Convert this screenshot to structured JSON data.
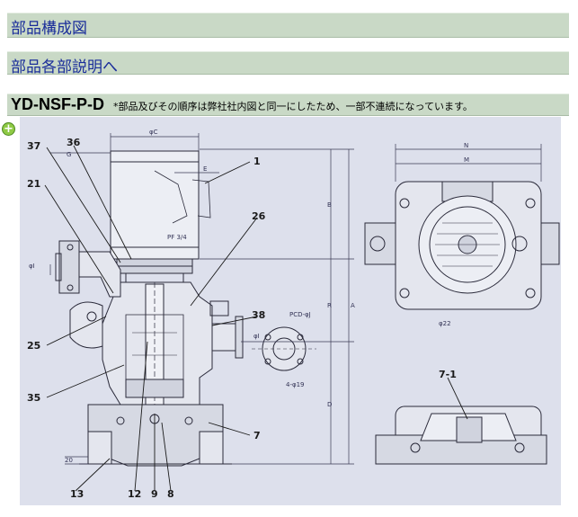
{
  "links": {
    "parts_diagram": "部品構成図",
    "parts_explanation": "部品各部説明へ"
  },
  "model_header": {
    "model": "YD-NSF-P-D",
    "note": "*部品及びその順序は弊社社内図と同一にしたため、一部不連続になっています。"
  },
  "drawing": {
    "background": "#dde0ec",
    "part_numbers": {
      "p1": "1",
      "p26": "26",
      "p37": "37",
      "p36": "36",
      "p21": "21",
      "p38": "38",
      "p25": "25",
      "p35": "35",
      "p7": "7",
      "p13": "13",
      "p12": "12",
      "p9": "9",
      "p8": "8",
      "p71": "7-1"
    },
    "dims": {
      "phiC": "φC",
      "G": "G",
      "E": "E",
      "PF": "PF 3/4",
      "B": "B",
      "R": "R",
      "A": "A",
      "D": "D",
      "phiI": "φI",
      "pcd": "PCD-φJ",
      "holes": "4-φ19",
      "phiI2": "φI",
      "N": "N",
      "M": "M",
      "phi22": "φ22",
      "twenty": "20"
    }
  }
}
